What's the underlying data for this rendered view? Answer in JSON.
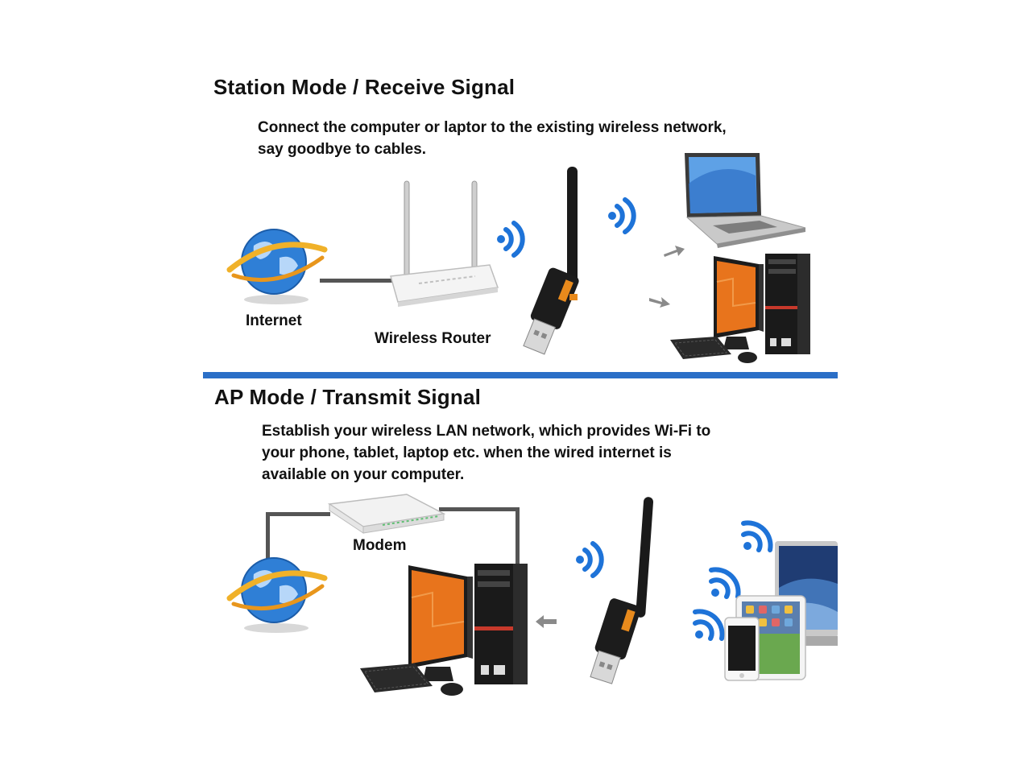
{
  "station": {
    "title": "Station Mode / Receive Signal",
    "desc_lines": [
      "Connect the computer or laptor to the existing wireless network,",
      "say goodbye to cables."
    ],
    "internet_label": "Internet",
    "router_label": "Wireless Router"
  },
  "ap": {
    "title": "AP Mode / Transmit Signal",
    "desc_lines": [
      "Establish your wireless LAN network, which provides Wi-Fi to",
      "your phone, tablet, laptop etc. when the wired internet is",
      "available on your computer."
    ],
    "modem_label": "Modem"
  },
  "colors": {
    "divider": "#2b6fc7",
    "wifi": "#1e73d8",
    "monitor_screen": "#e8741c",
    "dark": "#1a1a1a"
  }
}
